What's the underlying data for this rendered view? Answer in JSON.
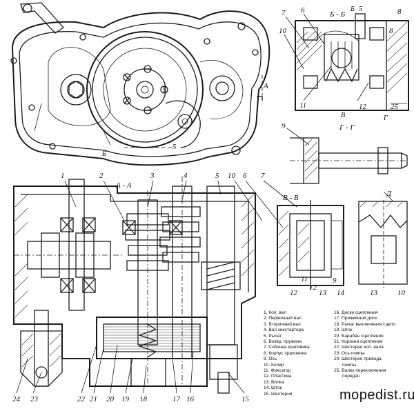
{
  "section_titles": {
    "bb": "Б - Б",
    "gg": "Г - Г",
    "aa": "А - А",
    "vv": "В - В",
    "dd": "Д"
  },
  "view_marks": {
    "a_top": "А",
    "b_top": "Б",
    "b_small": "Б",
    "v_small": "В",
    "g_small": "Г",
    "five_top": "5",
    "eight_top": "8"
  },
  "callouts": {
    "top": [
      "7",
      "6",
      "5",
      "8",
      "10",
      "11",
      "12",
      "25",
      "9"
    ],
    "middle": [
      "1",
      "2",
      "3",
      "4",
      "5",
      "10",
      "6",
      "7",
      "11",
      "12",
      "13",
      "14",
      "12",
      "9"
    ],
    "right": [
      "13",
      "10"
    ],
    "bottom": [
      "24",
      "23",
      "22",
      "21",
      "20",
      "19",
      "18",
      "17",
      "16",
      "15"
    ]
  },
  "legend": {
    "left": [
      "1. Коп. вал",
      "2. Первичный вал",
      "3. Вторичный вал",
      "4. Вал кикстартера",
      "5. Рычаг",
      "6. Возвр. пружина",
      "7. Собачка храповика",
      "8. Корпус храповика",
      "9. Ось",
      "10. Копир",
      "11. Фиксатор",
      "12. Пластина",
      "13. Вилка",
      "14. Шток",
      "15. Шестерня"
    ],
    "right": [
      "16. Диски сцепления",
      "17. Прижимной диск",
      "18. Рычаг выключения сцепл.",
      "19. Шток",
      "20. Барабан сцепления",
      "21. Корзина сцепления",
      "22. Шестерня кол. вала",
      "23. Ось помпы",
      "24. Шестерня привода",
      "помпы",
      "25. Валик переключения",
      "передач"
    ]
  },
  "watermark": "mopedist.ru"
}
